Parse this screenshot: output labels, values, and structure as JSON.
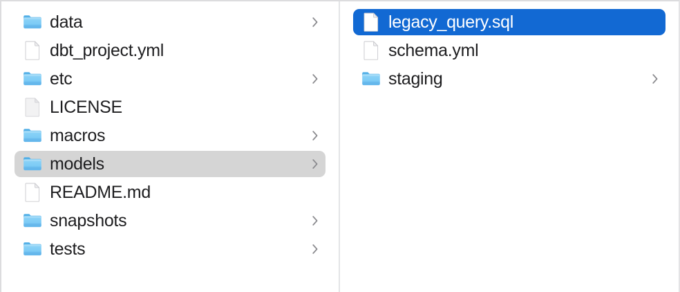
{
  "window": {
    "title": "Column File Browser",
    "columns_count": 2
  },
  "colors": {
    "selection_blue": "#1269d3",
    "selection_gray": "#d5d5d5",
    "folder_blue_top": "#5bb8f0",
    "folder_blue_body": "#86d0f7",
    "text_primary": "#1d1d1f",
    "text_selected": "#ffffff",
    "divider": "#e3e4e6",
    "chevron": "#8a8a8e",
    "background": "#ffffff"
  },
  "columns": [
    {
      "name": "parent-column",
      "items": [
        {
          "label": "data",
          "icon": "folder-icon",
          "kind": "folder",
          "chevron": true,
          "state": "normal"
        },
        {
          "label": "dbt_project.yml",
          "icon": "file-icon",
          "kind": "file",
          "chevron": false,
          "state": "normal"
        },
        {
          "label": "etc",
          "icon": "folder-icon",
          "kind": "folder",
          "chevron": true,
          "state": "normal"
        },
        {
          "label": "LICENSE",
          "icon": "generic-file-icon",
          "kind": "file",
          "chevron": false,
          "state": "normal"
        },
        {
          "label": "macros",
          "icon": "folder-icon",
          "kind": "folder",
          "chevron": true,
          "state": "normal"
        },
        {
          "label": "models",
          "icon": "folder-icon",
          "kind": "folder",
          "chevron": true,
          "state": "selected-gray"
        },
        {
          "label": "README.md",
          "icon": "file-icon",
          "kind": "file",
          "chevron": false,
          "state": "normal"
        },
        {
          "label": "snapshots",
          "icon": "folder-icon",
          "kind": "folder",
          "chevron": true,
          "state": "normal"
        },
        {
          "label": "tests",
          "icon": "folder-icon",
          "kind": "folder",
          "chevron": true,
          "state": "normal"
        }
      ]
    },
    {
      "name": "child-column",
      "items": [
        {
          "label": "legacy_query.sql",
          "icon": "file-icon",
          "kind": "file",
          "chevron": false,
          "state": "selected-blue"
        },
        {
          "label": "schema.yml",
          "icon": "file-icon",
          "kind": "file",
          "chevron": false,
          "state": "normal"
        },
        {
          "label": "staging",
          "icon": "folder-icon",
          "kind": "folder",
          "chevron": true,
          "state": "normal"
        }
      ]
    }
  ]
}
